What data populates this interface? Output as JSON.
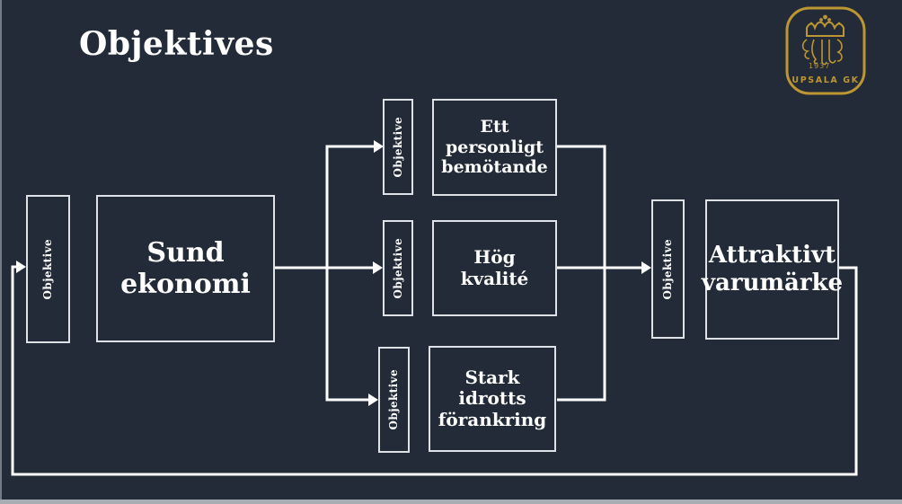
{
  "slide": {
    "title": "Objektives",
    "background_color": "#222B37",
    "connector_color": "#FFFFFF",
    "box_border_color": "#DEE2E7",
    "text_color": "#FFFFFF",
    "canvas_edge_color": "#A8ADB4"
  },
  "logo": {
    "year": "1937",
    "club_name": "UPSALA GK",
    "gold_color": "#BD9634"
  },
  "diagram": {
    "objective_tag": "Objektive",
    "source_node": "Sund ekonomi",
    "middle_nodes": [
      "Ett personligt bemötande",
      "Hög kvalité",
      "Stark idrotts förankring"
    ],
    "target_node": "Attraktivt varumärke"
  }
}
